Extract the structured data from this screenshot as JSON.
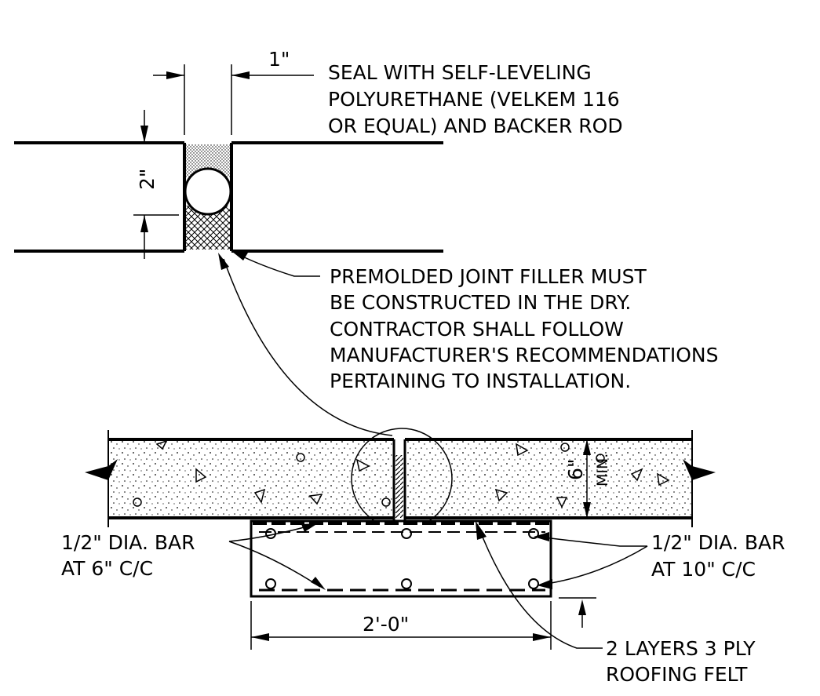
{
  "notes": {
    "sealant": [
      "SEAL WITH SELF-LEVELING",
      "POLYURETHANE (VELKEM 116",
      "OR EQUAL) AND BACKER ROD"
    ],
    "filler": [
      "PREMOLDED JOINT FILLER MUST",
      "BE CONSTRUCTED IN THE DRY.",
      "CONTRACTOR SHALL FOLLOW",
      "MANUFACTURER'S RECOMMENDATIONS",
      "PERTAINING TO INSTALLATION."
    ],
    "bar_left": [
      "1/2\" DIA. BAR",
      "AT 6\" C/C"
    ],
    "bar_right": [
      "1/2\" DIA. BAR",
      "AT 10\" C/C"
    ],
    "felt": [
      "2 LAYERS 3 PLY",
      "ROOFING FELT"
    ]
  },
  "dimensions": {
    "joint_width": "1\"",
    "seal_depth": "2\"",
    "slab_thickness": "6\"",
    "slab_thickness_qualifier": "MIN.",
    "sleeper_width": "2'-0\""
  }
}
